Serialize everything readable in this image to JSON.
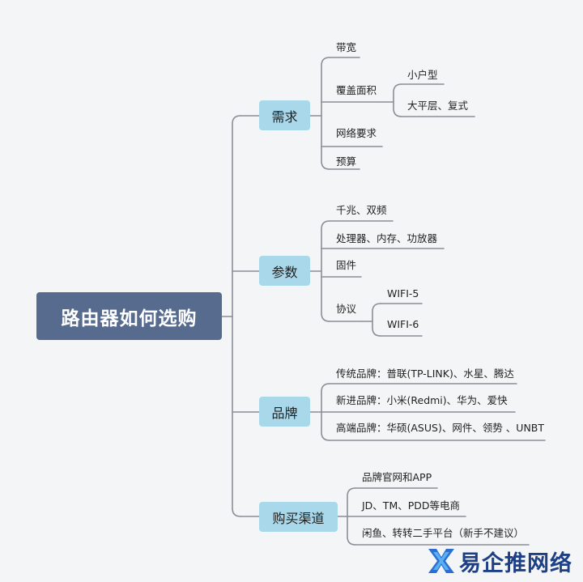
{
  "root": {
    "label": "路由器如何选购"
  },
  "categories": [
    {
      "label": "需求",
      "items": [
        {
          "label": "带宽"
        },
        {
          "label": "覆盖面积",
          "children": [
            {
              "label": "小户型"
            },
            {
              "label": "大平层、复式"
            }
          ]
        },
        {
          "label": "网络要求"
        },
        {
          "label": "预算"
        }
      ]
    },
    {
      "label": "参数",
      "items": [
        {
          "label": "千兆、双频"
        },
        {
          "label": "处理器、内存、功放器"
        },
        {
          "label": "固件"
        },
        {
          "label": "协议",
          "children": [
            {
              "label": "WIFI-5"
            },
            {
              "label": "WIFI-6"
            }
          ]
        }
      ]
    },
    {
      "label": "品牌",
      "items": [
        {
          "label": "传统品牌：普联(TP-LINK)、水星、腾达"
        },
        {
          "label": "新进品牌：小米(Redmi)、华为、爱快"
        },
        {
          "label": "高端品牌：华硕(ASUS)、网件、领势 、UNBT"
        }
      ]
    },
    {
      "label": "购买渠道",
      "items": [
        {
          "label": "品牌官网和APP"
        },
        {
          "label": "JD、TM、PDD等电商"
        },
        {
          "label": "闲鱼、转转二手平台（新手不建议）"
        }
      ]
    }
  ],
  "watermark": {
    "text": "易企推网络"
  },
  "colors": {
    "root_fill": "#566b8e",
    "category_fill": "#a9d8ea",
    "connector": "#8a8f96",
    "watermark_text": "#1d3f86"
  }
}
